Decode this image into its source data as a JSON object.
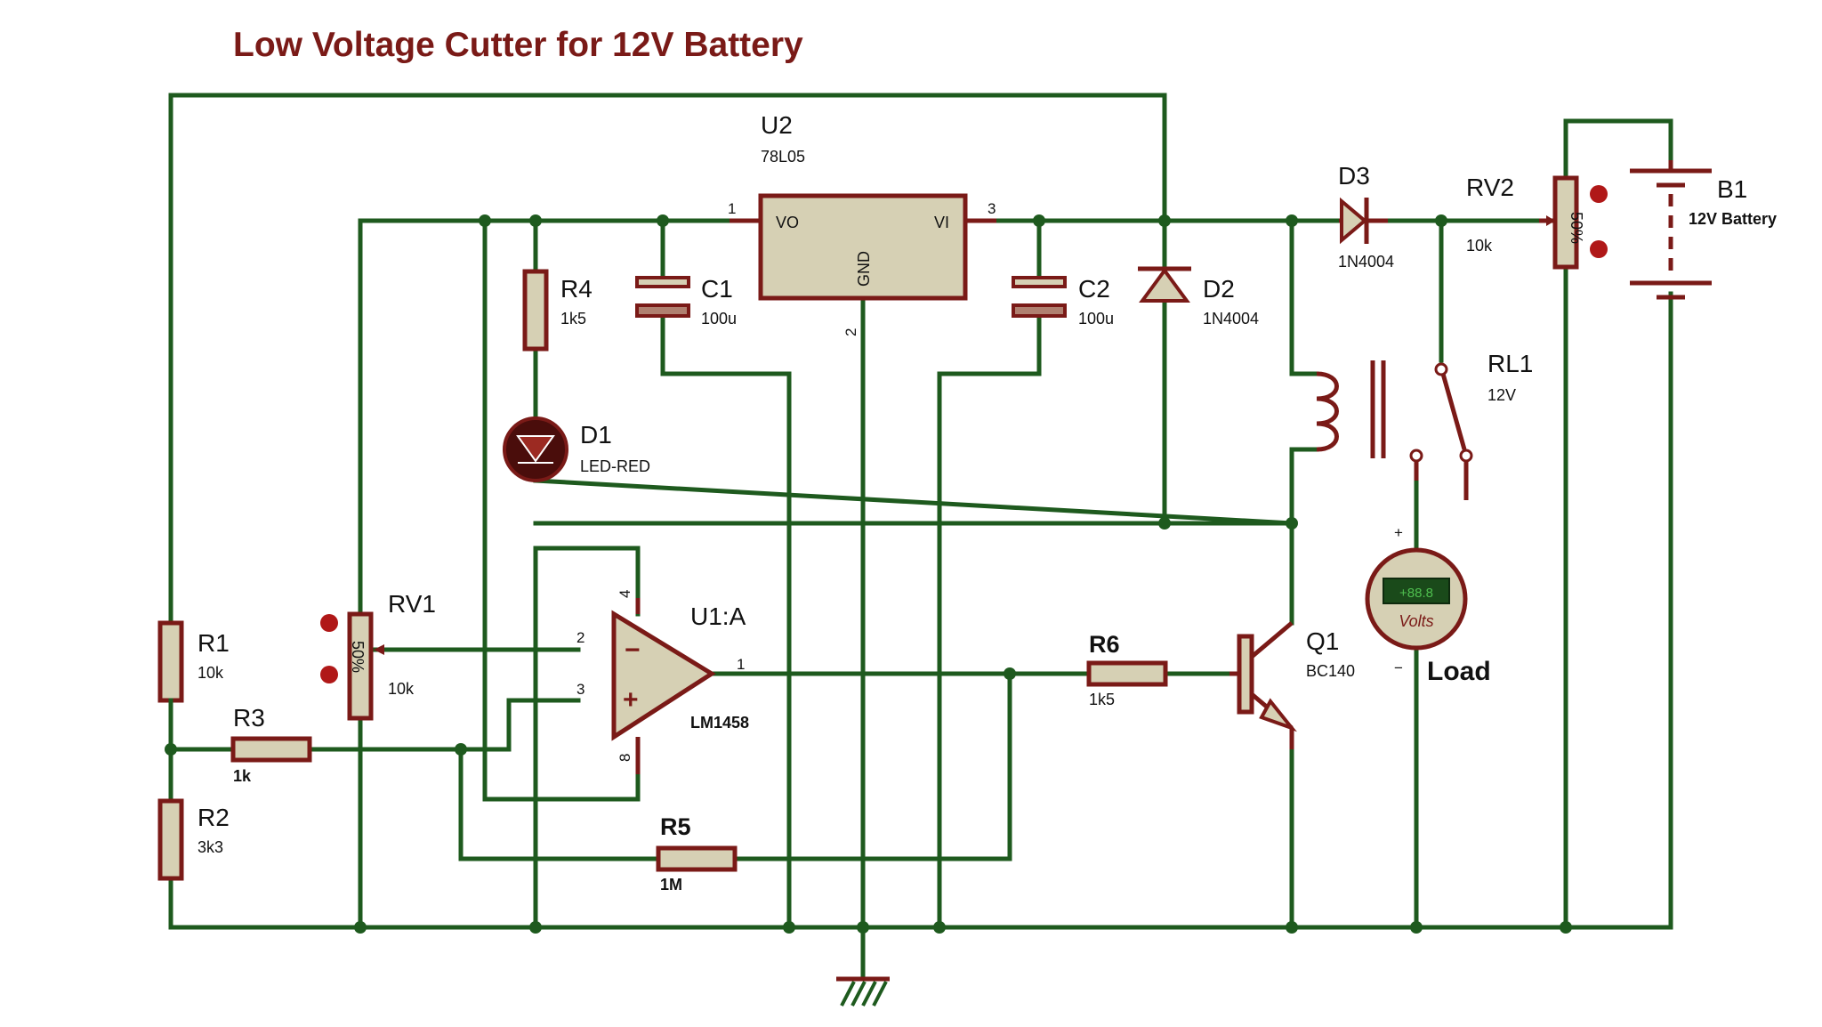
{
  "title": "Low Voltage Cutter for 12V Battery",
  "colors": {
    "wire": "#1e5a1e",
    "component": "#7a1a17",
    "body_fill": "#d6d0b4",
    "title": "#7a1a17"
  },
  "components": {
    "U2": {
      "ref": "U2",
      "value": "78L05",
      "pin_vo": "VO",
      "pin_vi": "VI",
      "pin_gnd": "GND",
      "pin1": "1",
      "pin2": "2",
      "pin3": "3"
    },
    "C1": {
      "ref": "C1",
      "value": "100u"
    },
    "C2": {
      "ref": "C2",
      "value": "100u"
    },
    "R4": {
      "ref": "R4",
      "value": "1k5"
    },
    "D1": {
      "ref": "D1",
      "value": "LED-RED"
    },
    "D2": {
      "ref": "D2",
      "value": "1N4004"
    },
    "D3": {
      "ref": "D3",
      "value": "1N4004"
    },
    "RV2": {
      "ref": "RV2",
      "value": "10k",
      "percent": "50%"
    },
    "B1": {
      "ref": "B1",
      "value": "12V Battery"
    },
    "RL1": {
      "ref": "RL1",
      "value": "12V"
    },
    "RV1": {
      "ref": "RV1",
      "value": "10k",
      "percent": "50%"
    },
    "U1A": {
      "ref": "U1:A",
      "value": "LM1458",
      "pin1": "1",
      "pin2": "2",
      "pin3": "3",
      "pin4": "4",
      "pin8": "8",
      "minus": "−",
      "plus": "+"
    },
    "R1": {
      "ref": "R1",
      "value": "10k"
    },
    "R2": {
      "ref": "R2",
      "value": "3k3"
    },
    "R3": {
      "ref": "R3",
      "value": "1k"
    },
    "R5": {
      "ref": "R5",
      "value": "1M"
    },
    "R6": {
      "ref": "R6",
      "value": "1k5"
    },
    "Q1": {
      "ref": "Q1",
      "value": "BC140"
    },
    "meter": {
      "display": "+88.8",
      "unit": "Volts",
      "plus": "+",
      "minus": "−",
      "label": "Load"
    }
  }
}
